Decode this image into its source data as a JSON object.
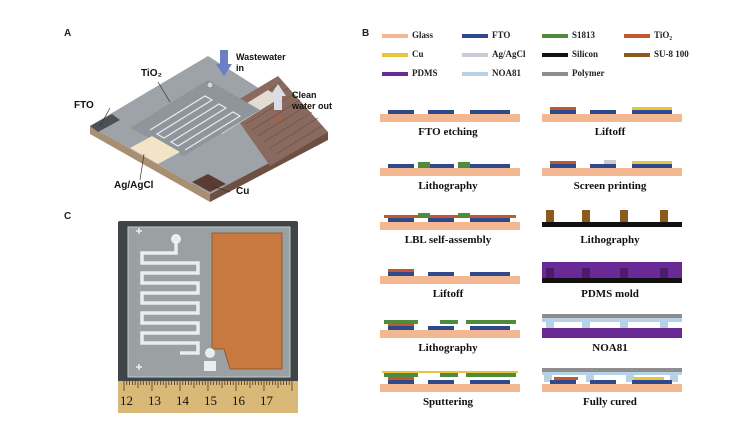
{
  "panels": {
    "a": "A",
    "b": "B",
    "c": "C"
  },
  "panel_a": {
    "tio2": "TiO₂",
    "fto": "FTO",
    "wastewater_in": "Wastewater in",
    "clean_water_out": "Clean water out",
    "ag_agcl": "Ag/AgCl",
    "cu": "Cu"
  },
  "legend": [
    {
      "label": "Glass",
      "color": "#f3b891"
    },
    {
      "label": "FTO",
      "color": "#2f4a8c"
    },
    {
      "label": "S1813",
      "color": "#4f8b3a"
    },
    {
      "label": "TiO₂",
      "color": "#c1592f"
    },
    {
      "label": "Cu",
      "color": "#e8c53a"
    },
    {
      "label": "Ag/AgCl",
      "color": "#c9cdd3"
    },
    {
      "label": "Silicon",
      "color": "#111111"
    },
    {
      "label": "SU-8 100",
      "color": "#8a5a1e"
    },
    {
      "label": "PDMS",
      "color": "#6a2a96"
    },
    {
      "label": "NOA81",
      "color": "#b7d1e6"
    },
    {
      "label": "Polymer",
      "color": "#8d8d8d"
    }
  ],
  "steps_left": [
    "FTO etching",
    "Lithography",
    "LBL self-assembly",
    "Liftoff",
    "Lithography",
    "Sputtering"
  ],
  "steps_right": [
    "Liftoff",
    "Screen printing",
    "Lithography",
    "PDMS mold",
    "NOA81",
    "Fully cured"
  ],
  "ruler_ticks": [
    "12",
    "13",
    "14",
    "15",
    "16",
    "17"
  ]
}
